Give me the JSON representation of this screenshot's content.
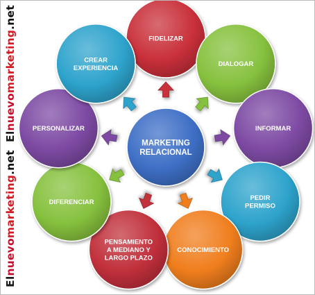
{
  "diagram": {
    "center": {
      "label_lines": [
        "MARKETING",
        "RELACIONAL"
      ],
      "color": "#3e6fc6"
    },
    "nodes": [
      {
        "id": "fidelizar",
        "label_lines": [
          "FIDELIZAR"
        ],
        "color": "#c9303a"
      },
      {
        "id": "dialogar",
        "label_lines": [
          "DIALOGAR"
        ],
        "color": "#86c13e"
      },
      {
        "id": "informar",
        "label_lines": [
          "INFORMAR"
        ],
        "color": "#7d4aa3"
      },
      {
        "id": "pedir-permiso",
        "label_lines": [
          "PEDIR",
          "PERMISO"
        ],
        "color": "#2ea3cc"
      },
      {
        "id": "conocimiento",
        "label_lines": [
          "CONOCIMIENTO"
        ],
        "color": "#f07e1e"
      },
      {
        "id": "pensamiento",
        "label_lines": [
          "PENSAMIENTO",
          "A MEDIANO Y",
          "LARGO PLAZO"
        ],
        "color": "#c1303b"
      },
      {
        "id": "diferenciar",
        "label_lines": [
          "DIFERENCIAR"
        ],
        "color": "#86c13e"
      },
      {
        "id": "personalizar",
        "label_lines": [
          "PERSONALIZAR"
        ],
        "color": "#7d4aa3"
      },
      {
        "id": "crear-experiencia",
        "label_lines": [
          "CREAR",
          "EXPERIENCIA"
        ],
        "color": "#2ea3cc"
      }
    ],
    "arrow_colors": [
      "#c9303a",
      "#86c13e",
      "#7d4aa3",
      "#2ea3cc",
      "#f07e1e",
      "#c1303b",
      "#86c13e",
      "#7d4aa3",
      "#2ea3cc"
    ]
  },
  "watermark": {
    "parts": [
      "El",
      "nuevo",
      "marketing",
      ".net"
    ],
    "colors": [
      "#1a1a1a",
      "#c8102e",
      "#d31c24",
      "#111111"
    ]
  }
}
